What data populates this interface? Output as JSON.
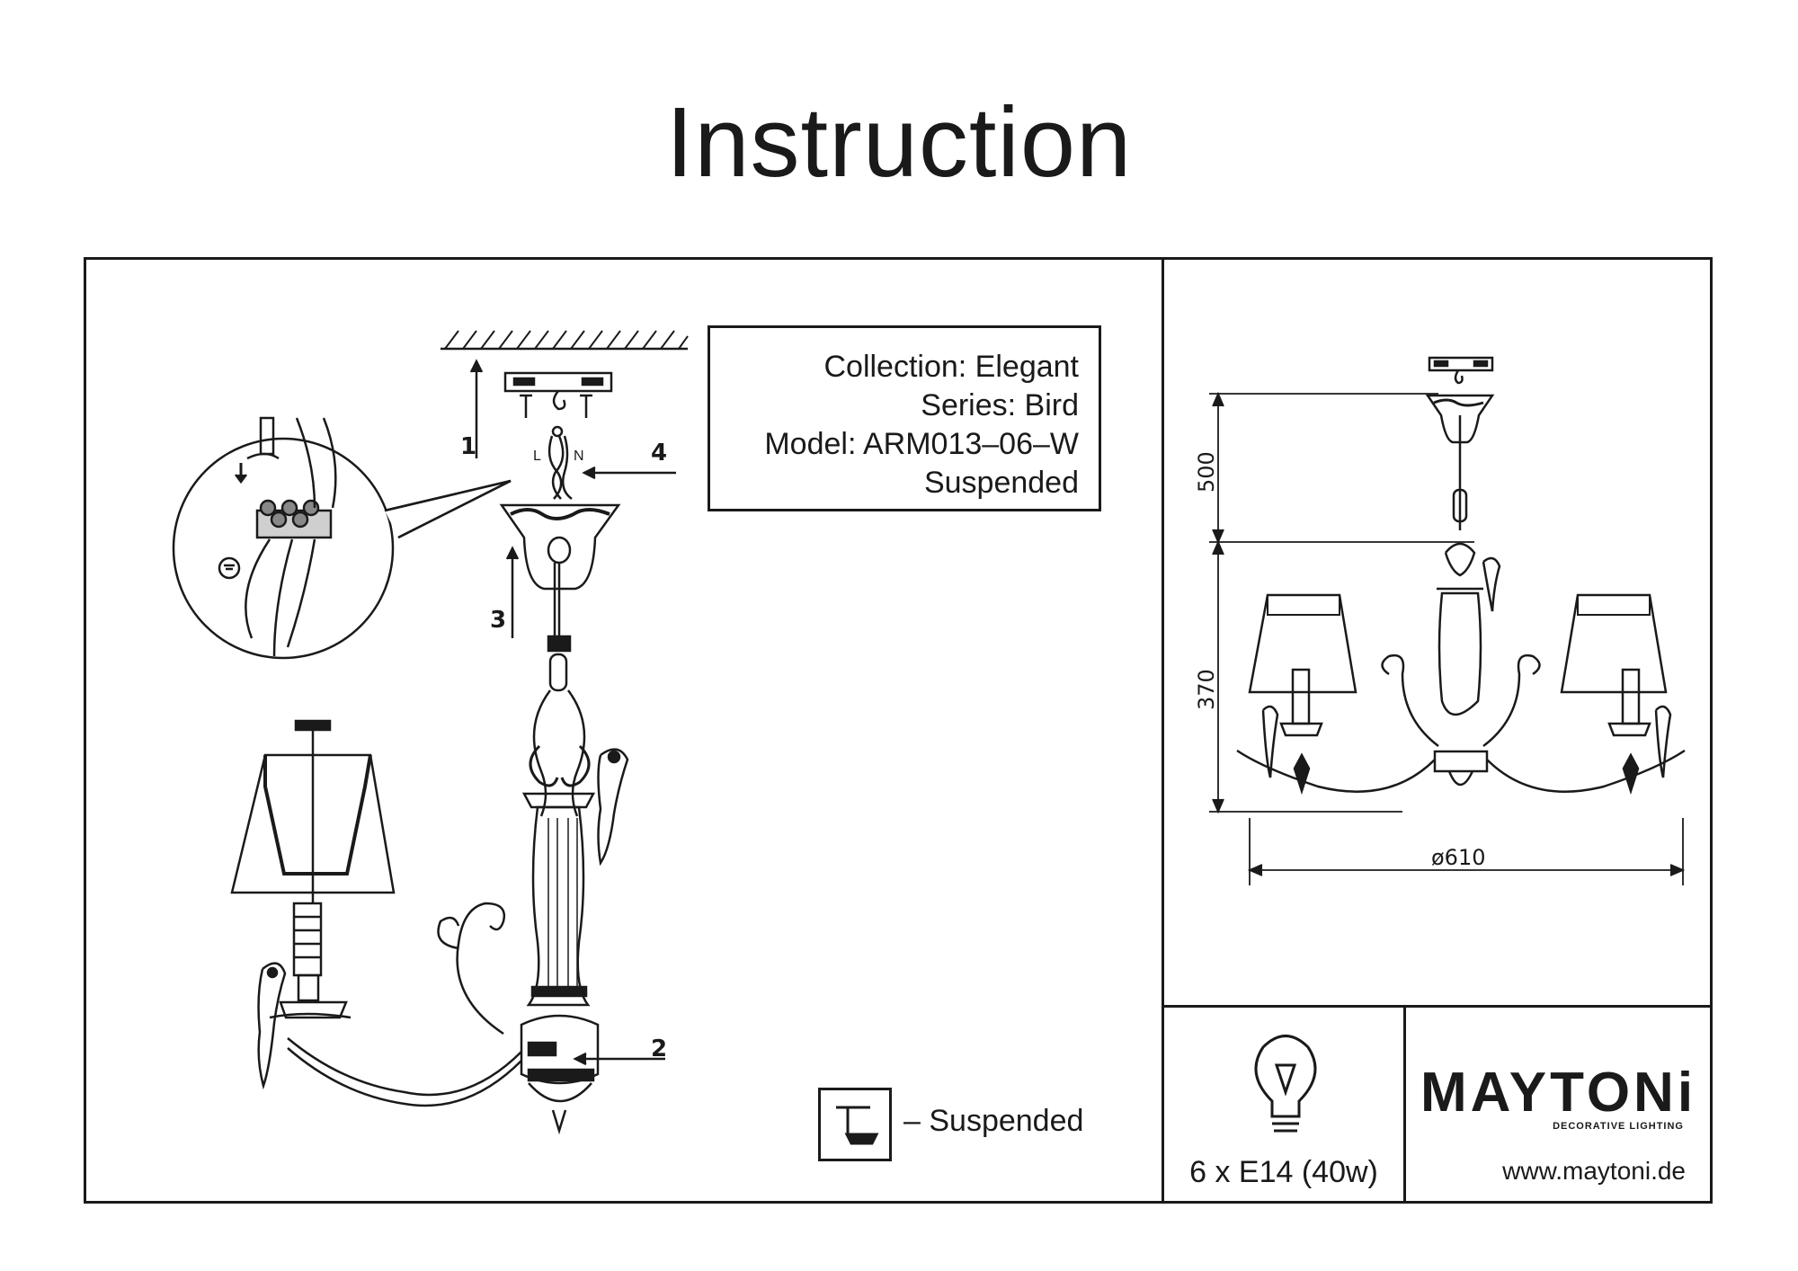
{
  "title": "Instruction",
  "info": {
    "collection": "Collection: Elegant",
    "series": "Series: Bird",
    "model": "Model: ARM013–06–W",
    "type": "Suspended"
  },
  "steps": [
    "1",
    "2",
    "3",
    "4"
  ],
  "wiring_labels": {
    "live": "L",
    "neutral": "N"
  },
  "legend": {
    "text": "– Suspended"
  },
  "dimensions": {
    "chain": "500",
    "height": "370",
    "diameter": "ø610"
  },
  "bulb": {
    "spec": "6 x E14 (40w)"
  },
  "brand": {
    "name": "MAYTONi",
    "tagline": "DECORATIVE LIGHTING",
    "website": "www.maytoni.de"
  }
}
